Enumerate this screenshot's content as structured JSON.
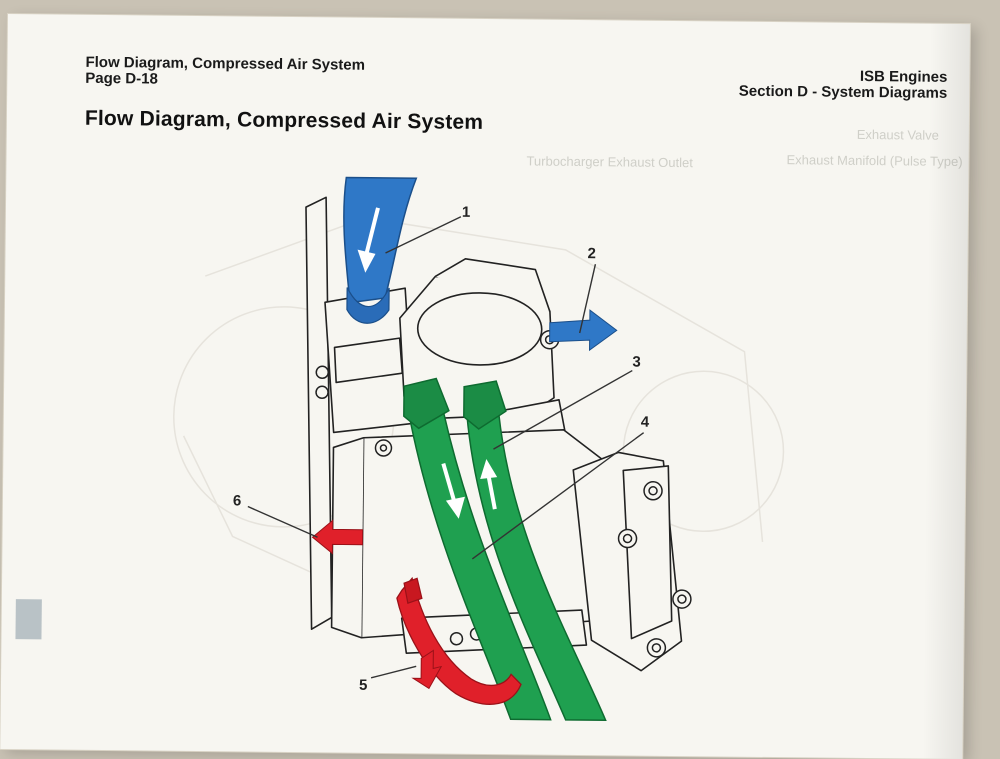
{
  "header": {
    "left_title": "Flow Diagram, Compressed Air System",
    "left_page": "Page D-18",
    "right_engine": "ISB Engines",
    "right_section": "Section D - System Diagrams"
  },
  "title": "Flow Diagram, Compressed Air System",
  "ghost_text": {
    "line1": "Exhaust Valve",
    "line2": "Exhaust Manifold (Pulse Type)",
    "line3": "Turbocharger Exhaust Outlet"
  },
  "callouts": [
    "1",
    "2",
    "3",
    "4",
    "5",
    "6"
  ],
  "colors": {
    "intake_blue": "#2f78c7",
    "coolant_green": "#1fa050",
    "oil_red": "#e0202a",
    "line_black": "#222222"
  }
}
